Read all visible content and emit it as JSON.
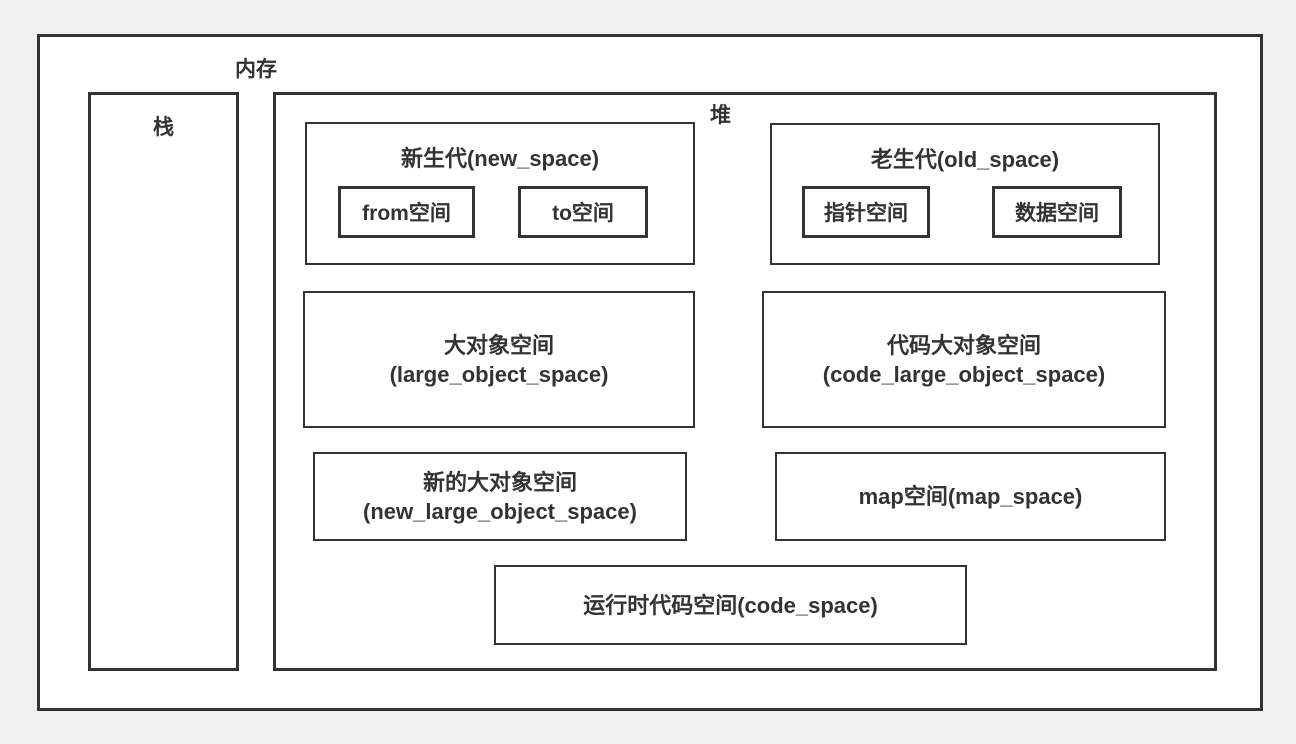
{
  "colors": {
    "page_background": "#f0f0f0",
    "box_background": "#ffffff",
    "border": "#333333",
    "text": "#333333"
  },
  "diagram": {
    "memory_label": "内存",
    "stack_label": "栈",
    "heap_label": "堆",
    "new_space": {
      "title": "新生代(new_space)",
      "children": [
        "from空间",
        "to空间"
      ]
    },
    "old_space": {
      "title": "老生代(old_space)",
      "children": [
        "指针空间",
        "数据空间"
      ]
    },
    "large_object_space": {
      "line1": "大对象空间",
      "line2": "(large_object_space)"
    },
    "code_large_object_space": {
      "line1": "代码大对象空间",
      "line2": "(code_large_object_space)"
    },
    "new_large_object_space": {
      "line1": "新的大对象空间",
      "line2": "(new_large_object_space)"
    },
    "map_space": {
      "label": "map空间(map_space)"
    },
    "code_space": {
      "label": "运行时代码空间(code_space)"
    }
  }
}
